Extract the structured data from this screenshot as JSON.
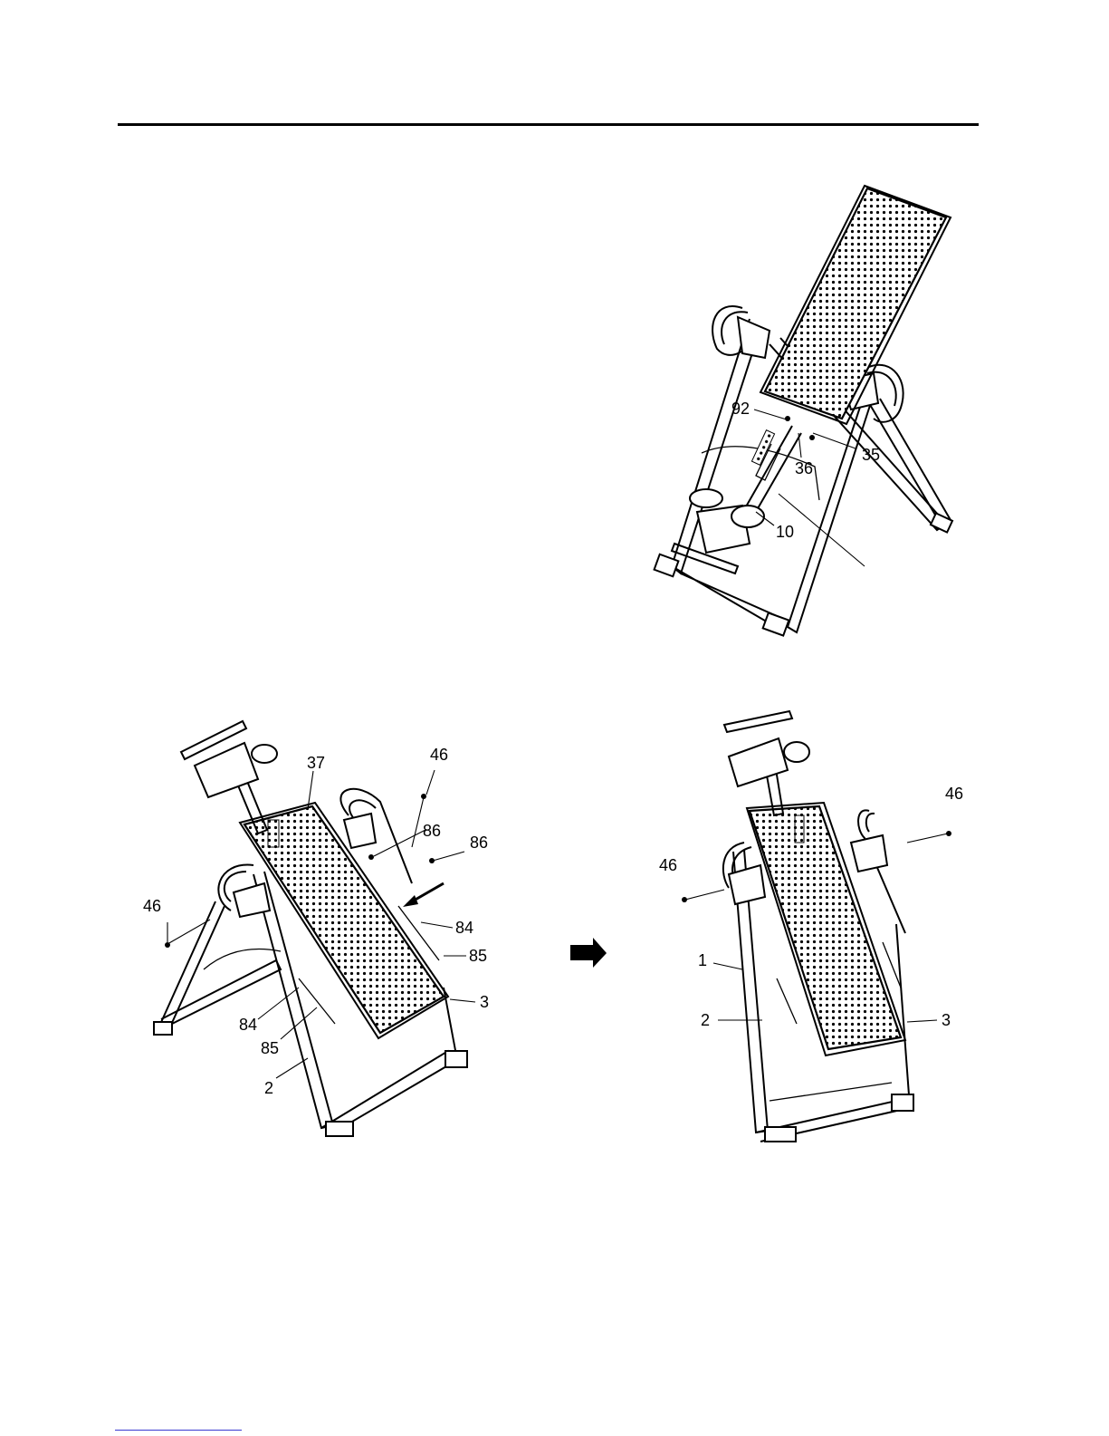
{
  "figure_top": {
    "callouts": [
      "92",
      "36",
      "35",
      "10"
    ]
  },
  "figure_left": {
    "callouts": [
      "37",
      "46",
      "86",
      "86",
      "46",
      "84",
      "85",
      "84",
      "85",
      "3",
      "2"
    ]
  },
  "figure_right": {
    "callouts": [
      "46",
      "46",
      "1",
      "2",
      "3"
    ]
  },
  "arrow": {
    "icon": "right-arrow-icon"
  }
}
